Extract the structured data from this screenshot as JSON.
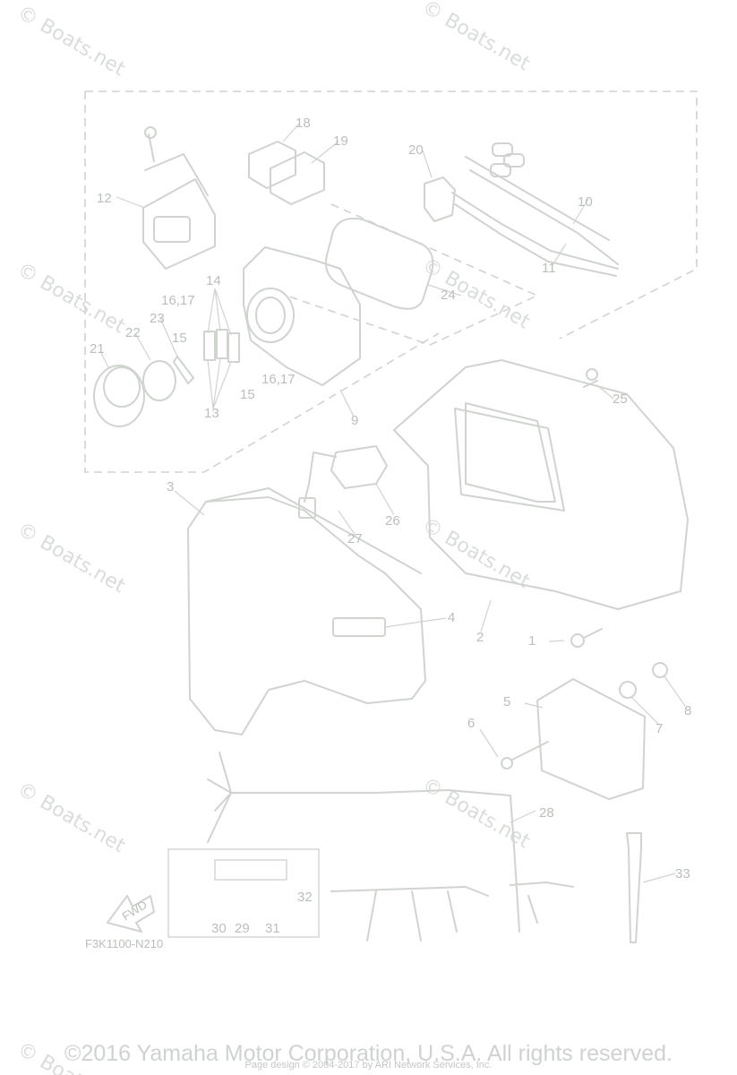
{
  "watermark": "© Boats.net",
  "diagram_code": "F3K1100-N210",
  "fwd_label": "FWD",
  "callouts": [
    "1",
    "2",
    "3",
    "4",
    "5",
    "6",
    "7",
    "8",
    "9",
    "10",
    "11",
    "12",
    "13",
    "13",
    "14",
    "15",
    "15",
    "16,17",
    "16,17",
    "18",
    "19",
    "20",
    "21",
    "22",
    "23",
    "24",
    "25",
    "26",
    "27",
    "28",
    "29",
    "30",
    "31",
    "32",
    "33"
  ],
  "footer": {
    "copyright": "©2016 Yamaha Motor Corporation, U.S.A. All rights reserved.",
    "page_design": "Page design © 2004-2017 by ARI Network Services, Inc."
  }
}
